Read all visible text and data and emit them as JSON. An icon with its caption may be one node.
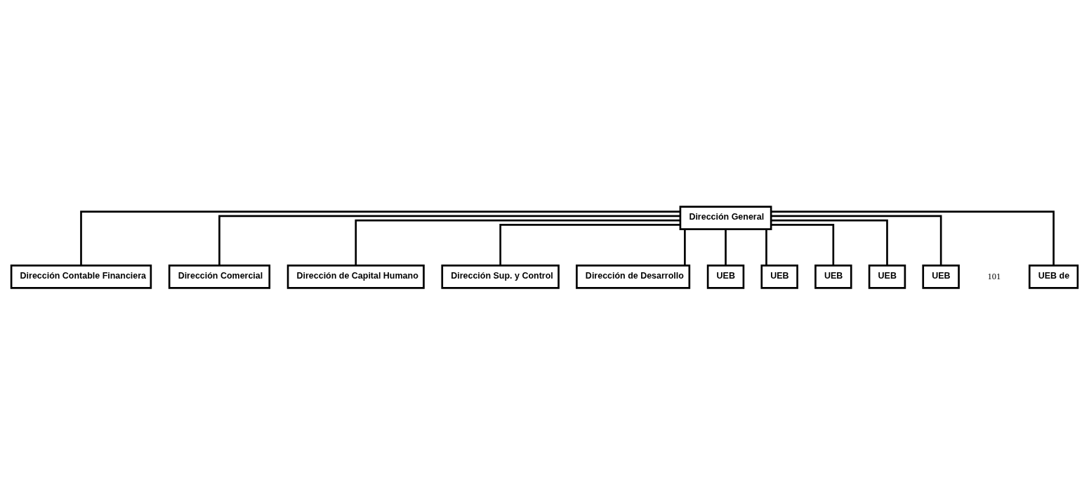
{
  "diagram": {
    "nodes": [
      {
        "text": [
          "Dirección General"
        ]
      },
      {
        "text": [
          "Dirección Contable Financiera"
        ]
      },
      {
        "text": [
          "Dirección Comercial"
        ]
      },
      {
        "text": [
          "Dirección de Capital Humano"
        ]
      },
      {
        "text": [
          "Dirección Sup. y Control"
        ]
      },
      {
        "text": [
          "Dirección de Desarrollo"
        ]
      },
      {
        "text": [
          "UEB"
        ]
      },
      {
        "text": [
          "UEB"
        ]
      },
      {
        "text": [
          "UEB"
        ]
      },
      {
        "text": [
          "UEB"
        ]
      },
      {
        "text": [
          "UEB"
        ]
      },
      {
        "text": [
          "UEB de"
        ]
      }
    ],
    "edges": [
      {
        "from": 0,
        "to": 1,
        "arrow": "none"
      },
      {
        "from": 0,
        "to": 2,
        "arrow": "none"
      },
      {
        "from": 0,
        "to": 3,
        "arrow": "none"
      },
      {
        "from": 0,
        "to": 4,
        "arrow": "none"
      },
      {
        "from": 0,
        "to": 5,
        "arrow": "none"
      },
      {
        "from": 0,
        "to": 6,
        "arrow": "none"
      },
      {
        "from": 0,
        "to": 7,
        "arrow": "none"
      },
      {
        "from": 0,
        "to": 8,
        "arrow": "none"
      },
      {
        "from": 0,
        "to": 9,
        "arrow": "none"
      },
      {
        "from": 0,
        "to": 10,
        "arrow": "none"
      },
      {
        "from": 0,
        "to": 11,
        "arrow": "none"
      }
    ],
    "labels": [
      "101"
    ]
  }
}
